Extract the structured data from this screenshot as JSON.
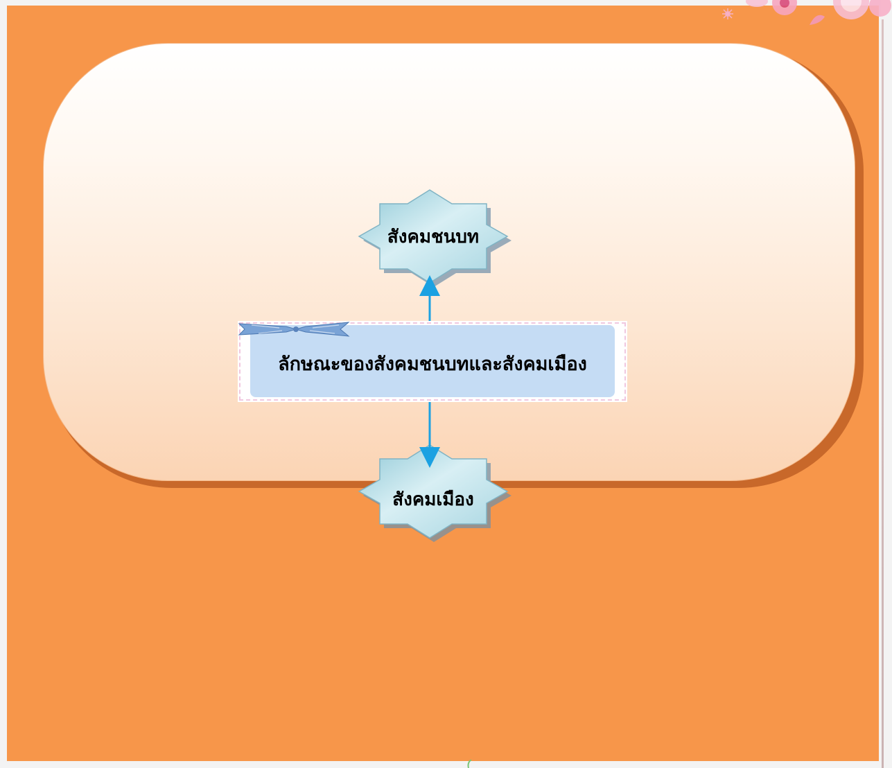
{
  "diagram": {
    "central": {
      "label": "ลักษณะของสังคมชนบทและสังคมเมือง"
    },
    "top_node": {
      "label": "สังคมชนบท"
    },
    "bottom_node": {
      "label": "สังคมเมือง"
    }
  },
  "colors": {
    "background": "#f7964a",
    "panel_gradient_top": "#ffffff",
    "panel_gradient_bottom": "#fbd4b4",
    "node_fill": "#cde9ef",
    "central_fill": "#c5dcf4",
    "arrow": "#1ba1e2"
  },
  "icons": [
    "flower-decoration-icon",
    "ribbon-bow-icon"
  ]
}
